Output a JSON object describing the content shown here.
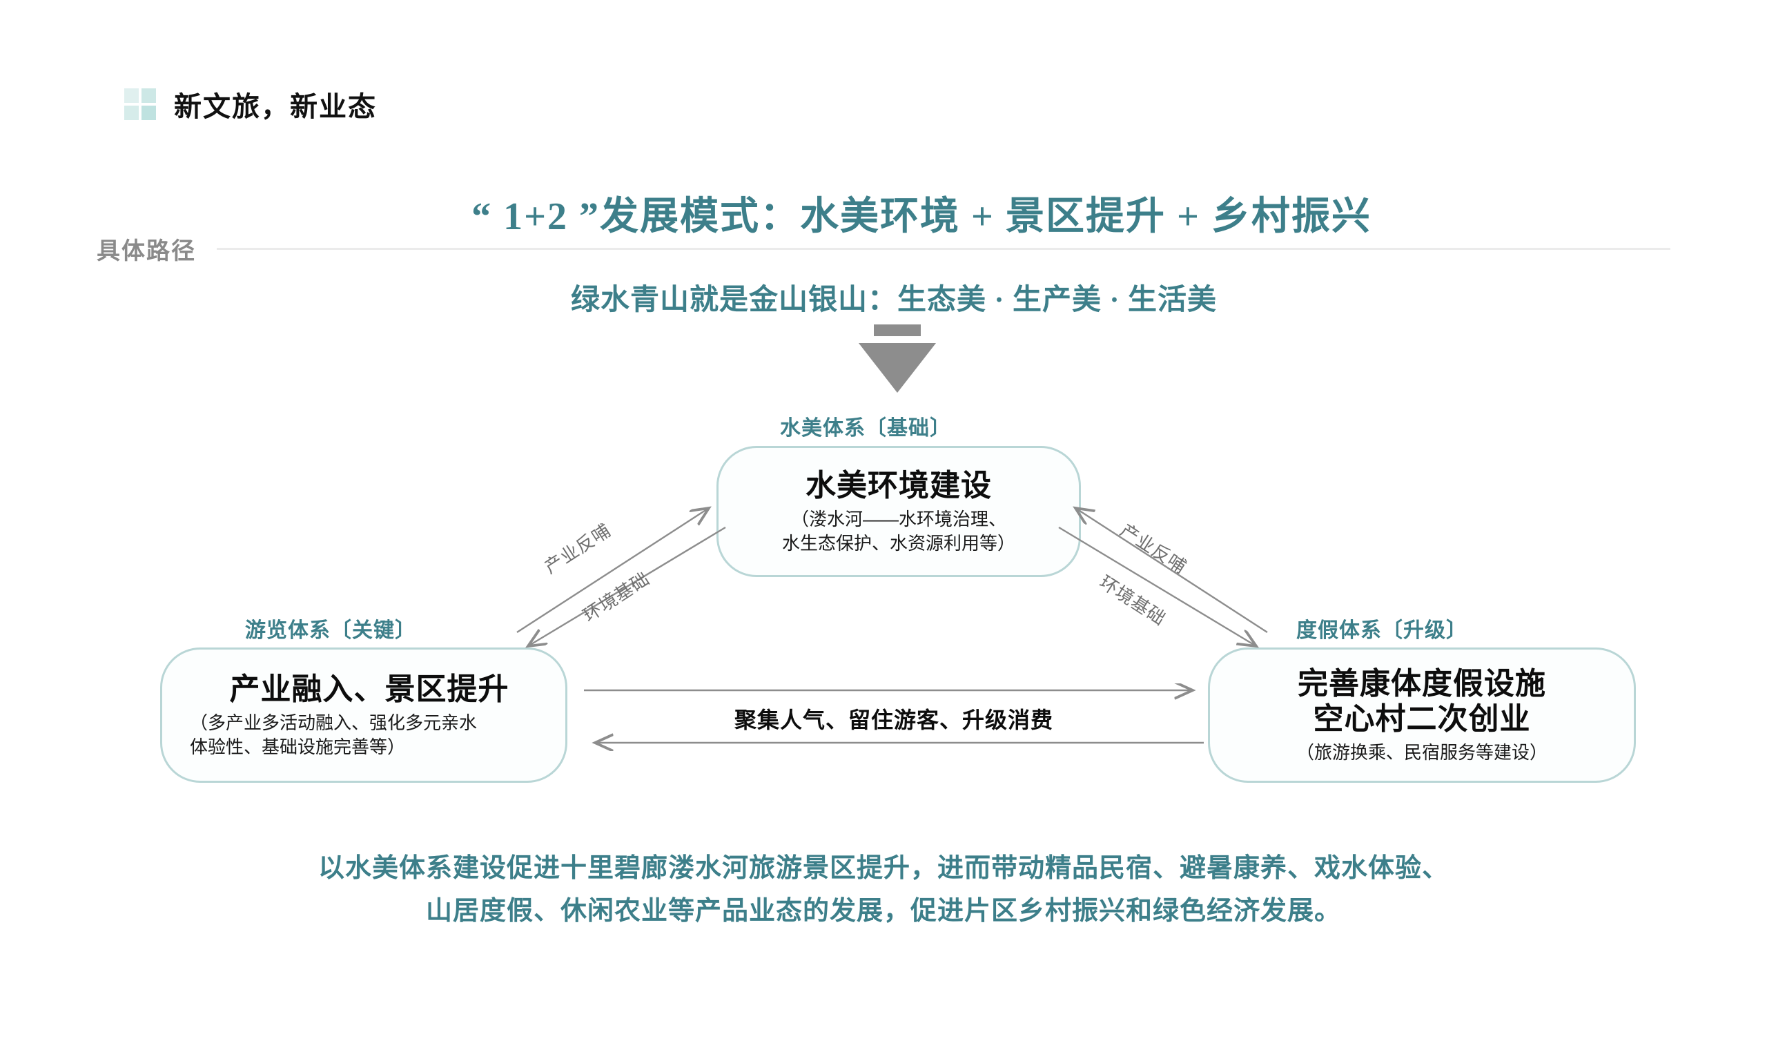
{
  "brand": {
    "icon": "grid-squares-icon",
    "title": "新文旅，新业态",
    "icon_color": "#cde8e6"
  },
  "section": {
    "label": "具体路径",
    "rule_color": "#ebebeb",
    "label_color": "#8a8a8a"
  },
  "headings": {
    "main_title": "“ 1+2 ”发展模式：水美环境 + 景区提升 + 乡村振兴",
    "sub_title": "绿水青山就是金山银山：生态美 · 生产美 · 生活美",
    "accent_color": "#3d7f8a"
  },
  "flow_arrow": {
    "icon": "down-arrow-icon",
    "color": "#8d8d8d"
  },
  "nodes": {
    "top": {
      "label": "水美体系〔基础〕",
      "heading": "水美环境建设",
      "desc": "（溇水河——水环境治理、\n水生态保护、水资源利用等）"
    },
    "left": {
      "label": "游览体系〔关键〕",
      "heading": "产业融入、景区提升",
      "desc": "（多产业多活动融入、强化多元亲水\n体验性、基础设施完善等）"
    },
    "right": {
      "label": "度假体系〔升级〕",
      "heading": "完善康体度假设施\n空心村二次创业",
      "desc": "（旅游换乘、民宿服务等建设）"
    }
  },
  "connectors": {
    "left_up_label": "产业反哺",
    "left_down_label": "环境基础",
    "right_up_label": "产业反哺",
    "right_down_label": "环境基础",
    "horizontal_label": "聚集人气、留住游客、升级消费",
    "line_color": "#8d8d8d"
  },
  "footnote": {
    "line1": "以水美体系建设促进十里碧廊溇水河旅游景区提升，进而带动精品民宿、避暑康养、戏水体验、",
    "line2": "山居度假、休闲农业等产品业态的发展，促进片区乡村振兴和绿色经济发展。"
  }
}
